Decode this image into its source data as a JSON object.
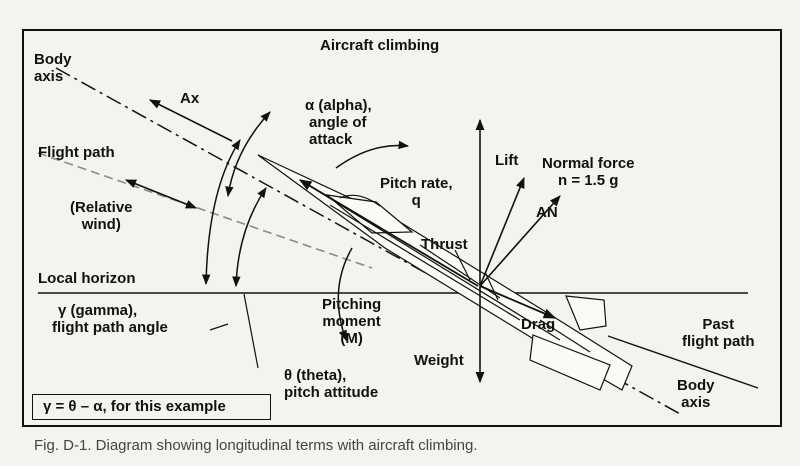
{
  "diagram": {
    "title": "Aircraft climbing",
    "labels": {
      "body_axis_top": [
        "Body",
        "axis"
      ],
      "ax": "Ax",
      "alpha": [
        "α (alpha),",
        "angle of",
        "attack"
      ],
      "flight_path": "Flight path",
      "relative_wind": [
        "(Relative",
        "wind)"
      ],
      "pitch_rate": [
        "Pitch rate,",
        "q"
      ],
      "lift": "Lift",
      "normal_force": [
        "Normal force",
        "n = 1.5 g"
      ],
      "an": "AN",
      "thrust": "Thrust",
      "local_horizon": "Local horizon",
      "gamma": [
        "γ (gamma),",
        "flight path angle"
      ],
      "pitching_moment": [
        "Pitching",
        "moment",
        "(M)"
      ],
      "drag": "Drag",
      "past_flight_path": [
        "Past",
        "flight path"
      ],
      "weight": "Weight",
      "theta": [
        "θ (theta),",
        "pitch attitude"
      ],
      "body_axis_bottom": [
        "Body",
        "axis"
      ],
      "formula": "γ = θ – α, for this example"
    }
  },
  "caption": "Fig. D-1. Diagram showing longitudinal terms with aircraft climbing."
}
